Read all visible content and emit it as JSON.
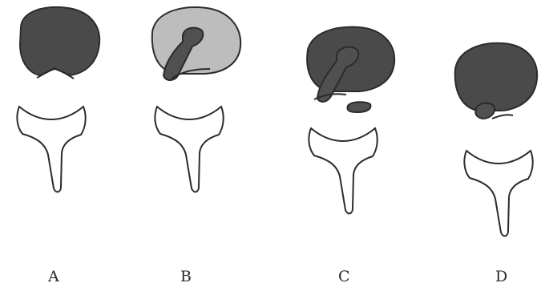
{
  "panels": [
    {
      "label": "A"
    },
    {
      "label": "B"
    },
    {
      "label": "C"
    },
    {
      "label": "D"
    }
  ],
  "colors": {
    "disc_dark": "#4a4a4a",
    "disc_light": "#bdbdbd",
    "herniation": "#505050",
    "outline": "#2b2b2b",
    "vertebra_fill": "#ffffff"
  }
}
